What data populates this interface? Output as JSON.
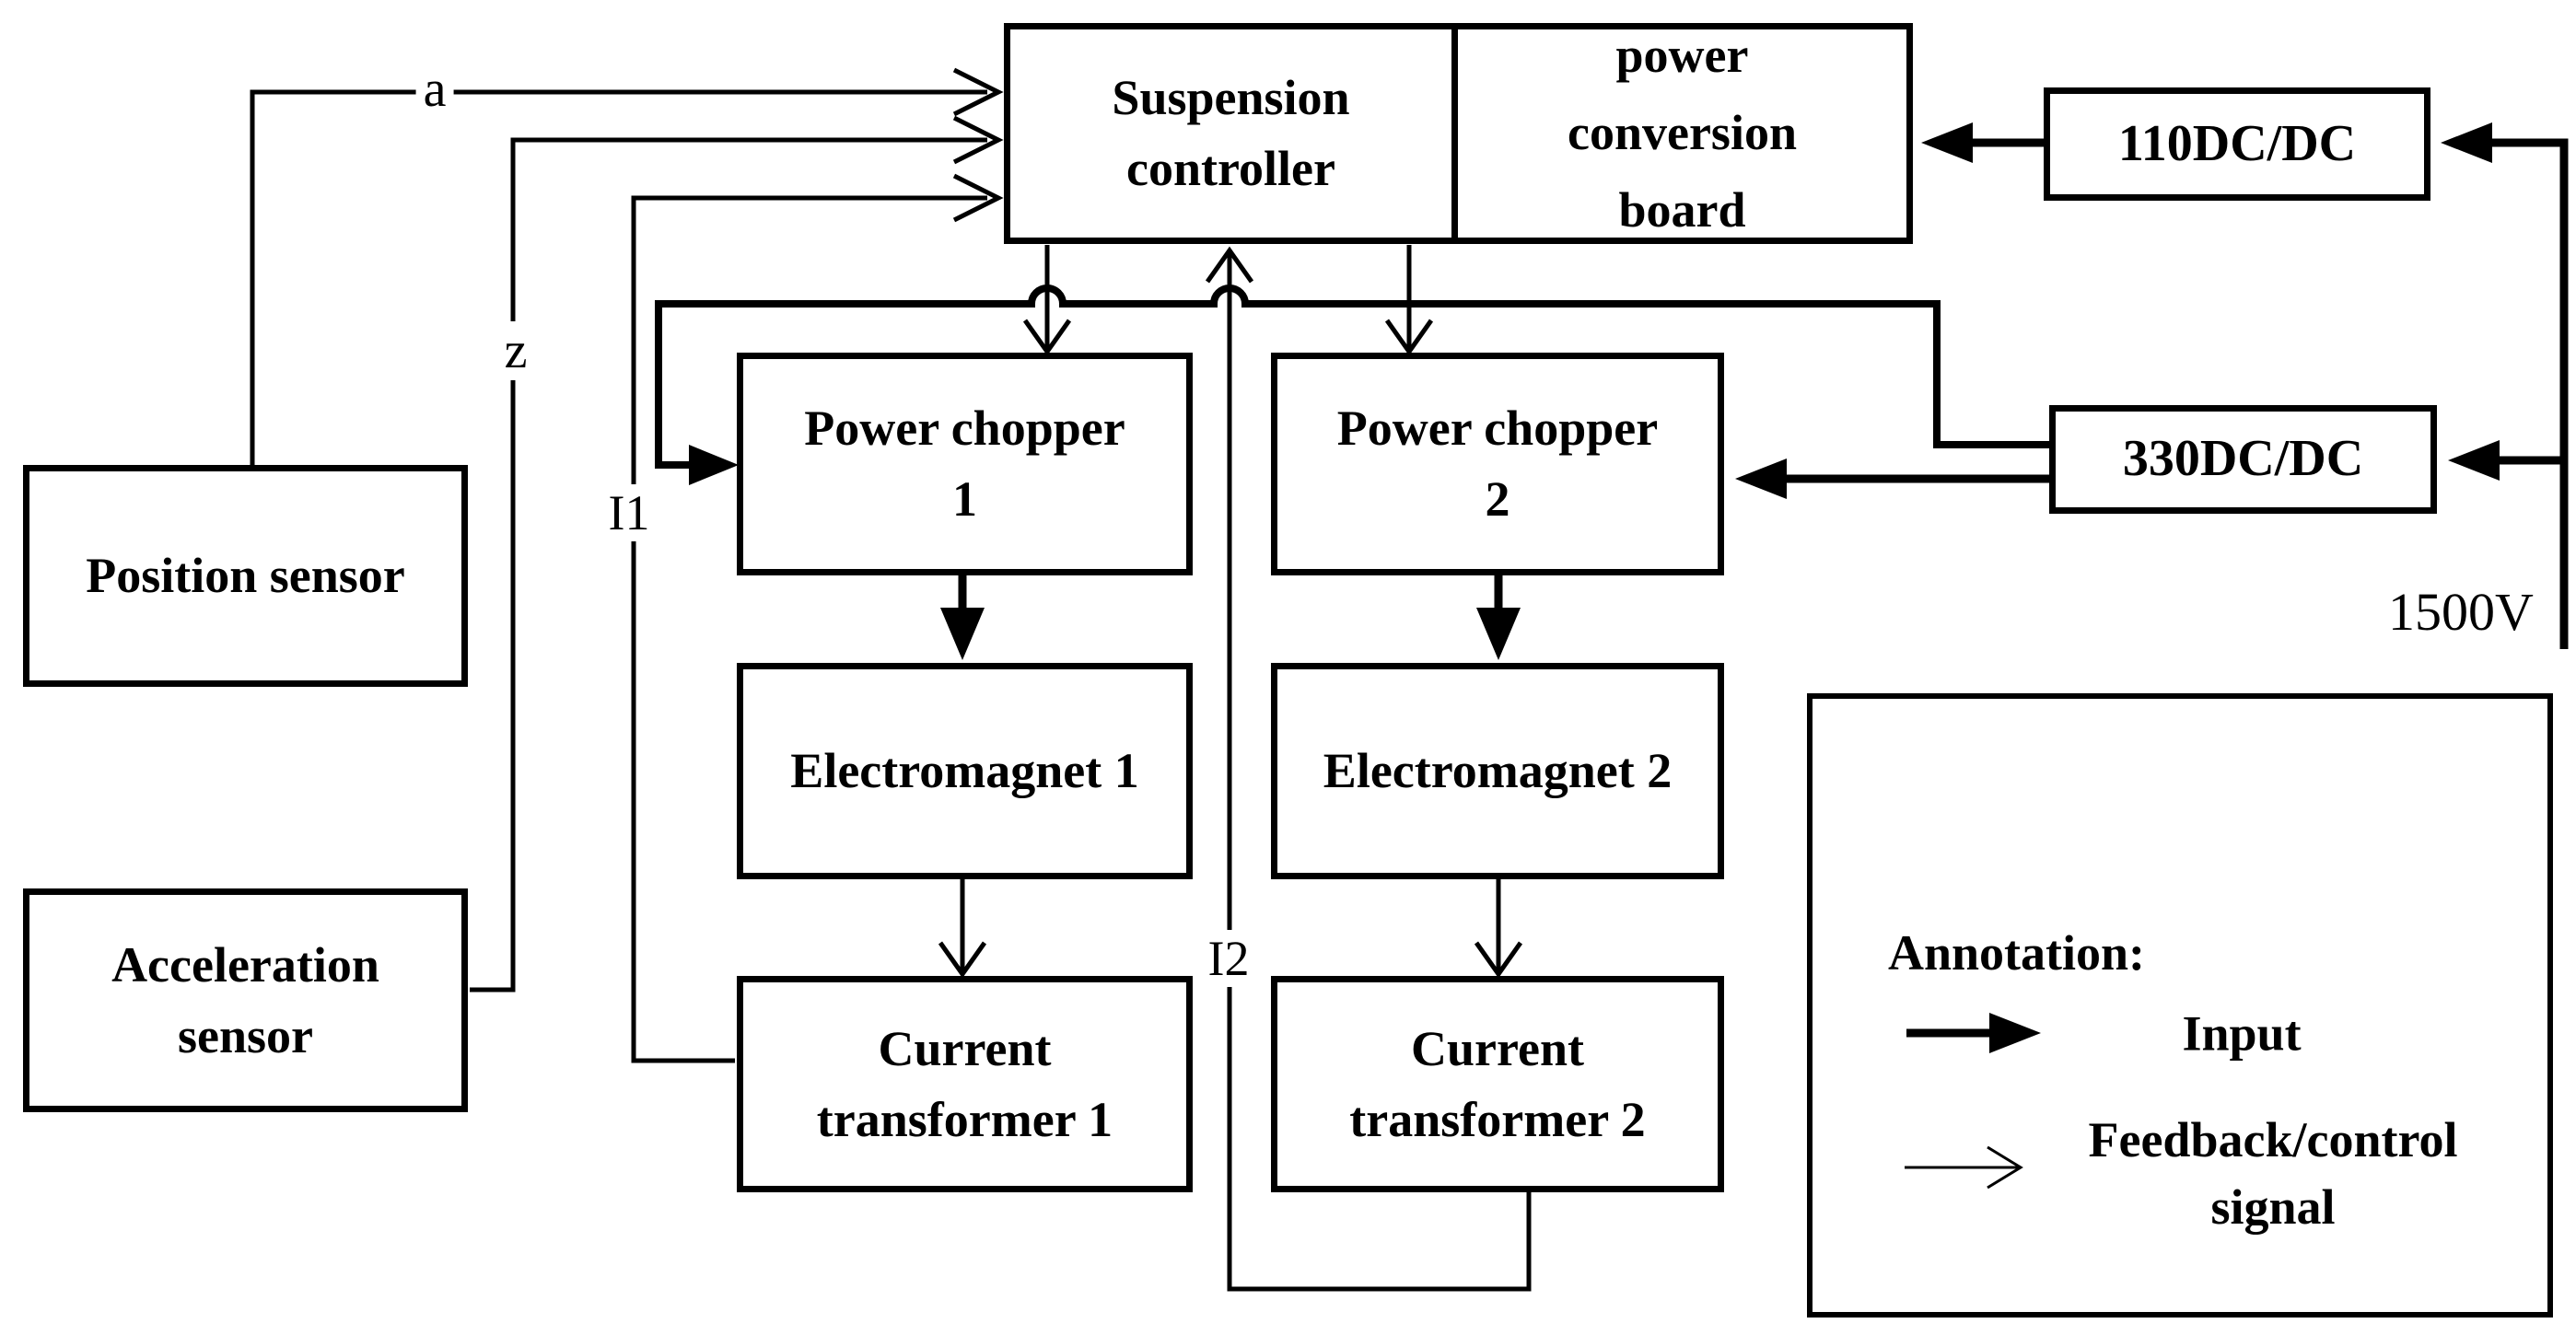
{
  "colors": {
    "line": "#000000",
    "background": "#ffffff"
  },
  "boxes": {
    "suspension_controller": {
      "label": "Suspension\ncontroller"
    },
    "power_conversion_board": {
      "label": "power\nconversion\nboard"
    },
    "dc110": {
      "label": "110DC/DC"
    },
    "dc330": {
      "label": "330DC/DC"
    },
    "position_sensor": {
      "label": "Position sensor"
    },
    "acceleration_sensor": {
      "label": "Acceleration\nsensor"
    },
    "power_chopper_1": {
      "label": "Power chopper\n1"
    },
    "power_chopper_2": {
      "label": "Power chopper\n2"
    },
    "electromagnet_1": {
      "label": "Electromagnet 1"
    },
    "electromagnet_2": {
      "label": "Electromagnet 2"
    },
    "current_transformer_1": {
      "label": "Current\ntransformer 1"
    },
    "current_transformer_2": {
      "label": "Current\ntransformer 2"
    }
  },
  "signal_labels": {
    "acceleration": "a",
    "gap": "z",
    "current_1": "I1",
    "current_2": "I2",
    "supply_voltage": "1500V"
  },
  "legend": {
    "title": "Annotation:",
    "input_label": "Input",
    "feedback_label": "Feedback/control\nsignal"
  }
}
